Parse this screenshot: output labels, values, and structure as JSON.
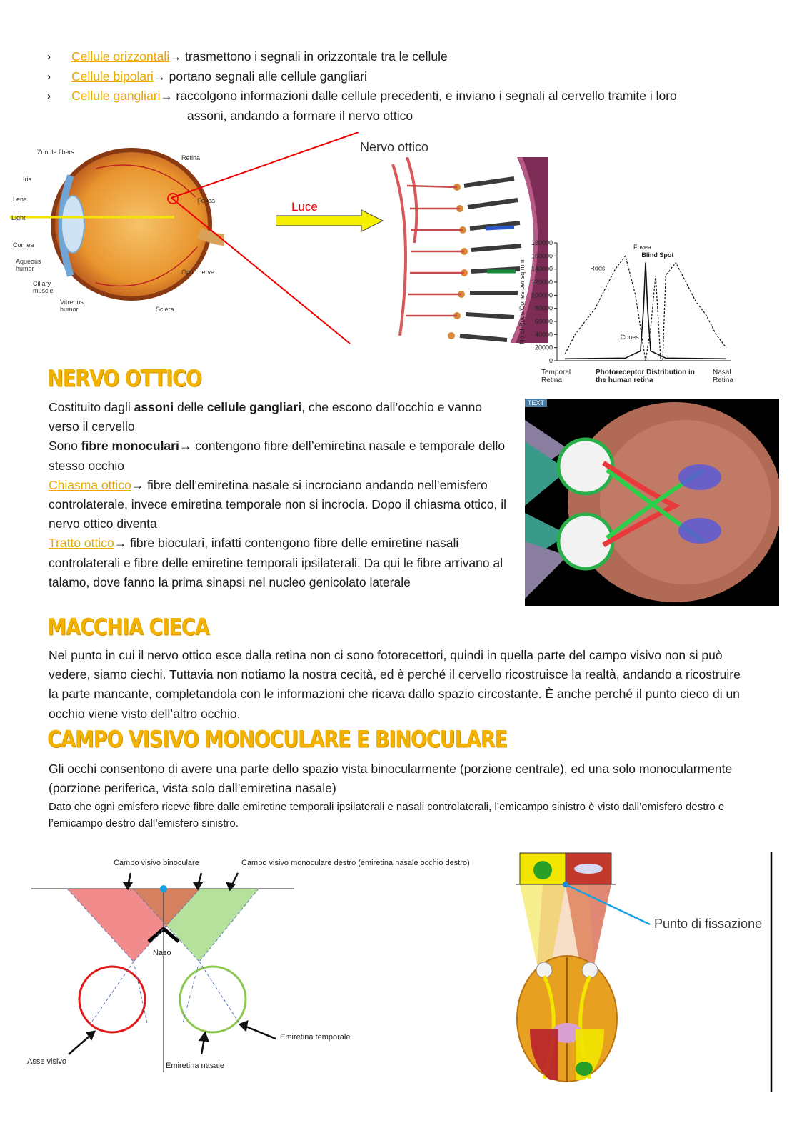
{
  "bullets": [
    {
      "term": "Cellule orizzontali",
      "text": "trasmettono i segnali in orizzontale tra le cellule"
    },
    {
      "term": "Cellule bipolari",
      "text": "portano segnali alle cellule gangliari"
    },
    {
      "term": "Cellule gangliari",
      "text": "raccolgono informazioni dalle cellule precedenti, e inviano i segnali al cervello tramite i loro",
      "cont": "assoni, andando a formare il nervo ottico"
    }
  ],
  "arrow_glyph": "→",
  "eye_labels": {
    "zonule": "Zonule fibers",
    "iris": "Iris",
    "lens": "Lens",
    "light": "Light",
    "cornea": "Cornea",
    "aqueous": "Aqueous humor",
    "ciliary": "Ciliary muscle",
    "vitreous": "Vitreous humor",
    "retina": "Retina",
    "fovea": "Fovea",
    "optic_nerve": "Optic nerve",
    "sclera": "Sclera"
  },
  "retina_fig": {
    "title": "Nervo ottico",
    "luce": "Luce"
  },
  "chart_data": {
    "type": "line",
    "title": "Photoreceptor Distribution in the human retina",
    "ylabel": "No of Rods/Cones per sq mm",
    "xlabel_left": "Temporal Retina",
    "xlabel_right": "Nasal Retina",
    "yticks": [
      "0",
      "20000",
      "40000",
      "60000",
      "80000",
      "100000",
      "120000",
      "140000",
      "160000",
      "180000"
    ],
    "ylim": [
      0,
      180000
    ],
    "annotations": {
      "fovea": "Fovea",
      "blind_spot": "Blind Spot",
      "rods": "Rods",
      "cones": "Cones"
    },
    "series": [
      {
        "name": "Rods",
        "points": [
          [
            -80,
            10000
          ],
          [
            -70,
            40000
          ],
          [
            -60,
            60000
          ],
          [
            -50,
            80000
          ],
          [
            -40,
            110000
          ],
          [
            -30,
            140000
          ],
          [
            -20,
            160000
          ],
          [
            -10,
            100000
          ],
          [
            0,
            0
          ],
          [
            5,
            50000
          ],
          [
            10,
            130000
          ],
          [
            15,
            0
          ],
          [
            17,
            0
          ],
          [
            20,
            130000
          ],
          [
            30,
            150000
          ],
          [
            40,
            120000
          ],
          [
            50,
            90000
          ],
          [
            60,
            70000
          ],
          [
            70,
            40000
          ],
          [
            80,
            20000
          ]
        ]
      },
      {
        "name": "Cones",
        "points": [
          [
            -80,
            3000
          ],
          [
            -20,
            4000
          ],
          [
            -5,
            15000
          ],
          [
            -2,
            80000
          ],
          [
            0,
            150000
          ],
          [
            2,
            80000
          ],
          [
            5,
            15000
          ],
          [
            20,
            4000
          ],
          [
            80,
            3000
          ]
        ]
      }
    ]
  },
  "nervo": {
    "heading": "NERVO OTTICO",
    "p1_a": "Costituito dagli ",
    "p1_b": "assoni",
    "p1_c": " delle ",
    "p1_d": "cellule gangliari",
    "p1_e": ", che escono dall’occhio e vanno verso il cervello",
    "p2_a": "Sono ",
    "p2_b": "fibre monoculari",
    "p2_c": " contengono fibre dell’emiretina nasale e temporale dello stesso occhio",
    "p3_a": "Chiasma ottico",
    "p3_b": " fibre dell’emiretina nasale si incrociano andando nell’emisfero controlaterale, invece emiretina temporale non si incrocia. Dopo il chiasma ottico, il nervo ottico diventa",
    "p4_a": "Tratto ottico",
    "p4_b": " fibre bioculari, infatti contengono fibre delle emiretine nasali controlaterali e fibre delle emiretine temporali ipsilaterali. Da qui le fibre arrivano al talamo, dove fanno la prima sinapsi nel nucleo genicolato laterale",
    "img_tag": "TEXT"
  },
  "macchia": {
    "heading": "MACCHIA CIECA",
    "text": "Nel punto in cui il nervo ottico esce dalla retina non ci sono fotorecettori, quindi in quella parte del campo visivo non si può vedere, siamo ciechi. Tuttavia non notiamo la nostra cecità, ed è perché il cervello ricostruisce la realtà, andando a ricostruire la parte mancante, completandola con le informazioni che ricava dallo spazio circostante. È anche perché il punto cieco di un occhio viene visto dell’altro occhio."
  },
  "campo": {
    "heading": "CAMPO VISIVO MONOCULARE E BINOCULARE",
    "text": "Gli occhi consentono di avere una parte dello spazio vista binocularmente (porzione centrale), ed una solo monocularmente (porzione periferica, vista solo dall’emiretina nasale)",
    "small": "Dato che ogni emisfero riceve fibre dalle emiretine temporali ipsilaterali e nasali controlaterali, l’emicampo sinistro è visto dall’emisfero destro e l’emicampo destro dall’emisfero sinistro."
  },
  "field_diagram": {
    "binoculare": "Campo visivo binoculare",
    "monoculare": "Campo visivo monoculare destro (emiretina nasale occhio destro)",
    "naso": "Naso",
    "asse": "Asse visivo",
    "nasale": "Emiretina nasale",
    "temporale": "Emiretina temporale"
  },
  "brain_diagram": {
    "fissazione": "Punto di fissazione"
  }
}
